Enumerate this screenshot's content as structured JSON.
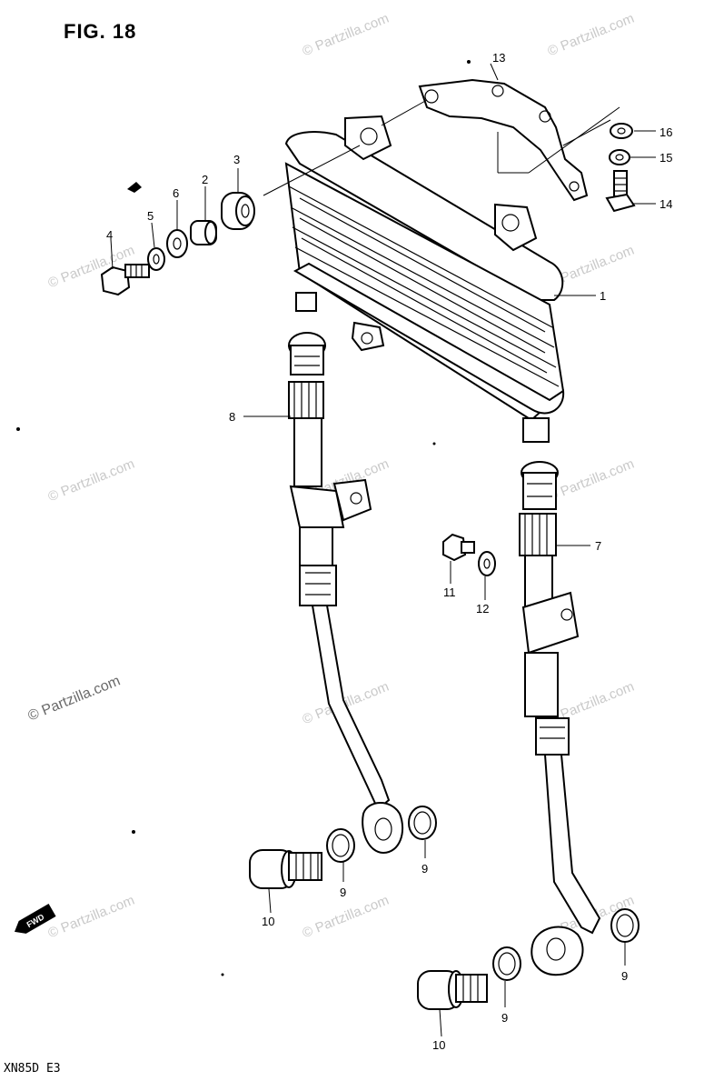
{
  "figure": {
    "title": "FIG. 18",
    "model_code": "XN85D E3",
    "fwd_marker": "FWD"
  },
  "watermarks": {
    "text": "© Partzilla.com"
  },
  "callouts": {
    "c1": "1",
    "c2": "2",
    "c3": "3",
    "c4": "4",
    "c5": "5",
    "c6": "6",
    "c7": "7",
    "c8": "8",
    "c9a": "9",
    "c9b": "9",
    "c9c": "9",
    "c9d": "9",
    "c10a": "10",
    "c10b": "10",
    "c11": "11",
    "c12": "12",
    "c13": "13",
    "c14": "14",
    "c15": "15",
    "c16": "16"
  }
}
